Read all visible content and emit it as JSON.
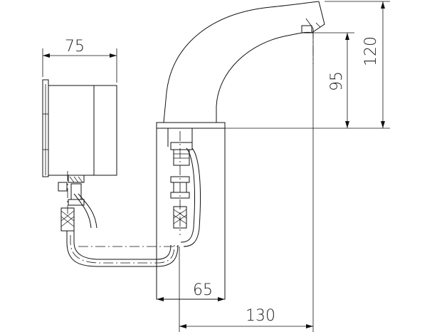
{
  "drawing": {
    "dimensions": {
      "width_box": "75",
      "spout_height": "95",
      "total_height": "120",
      "base_width": "65",
      "reach": "130"
    }
  }
}
